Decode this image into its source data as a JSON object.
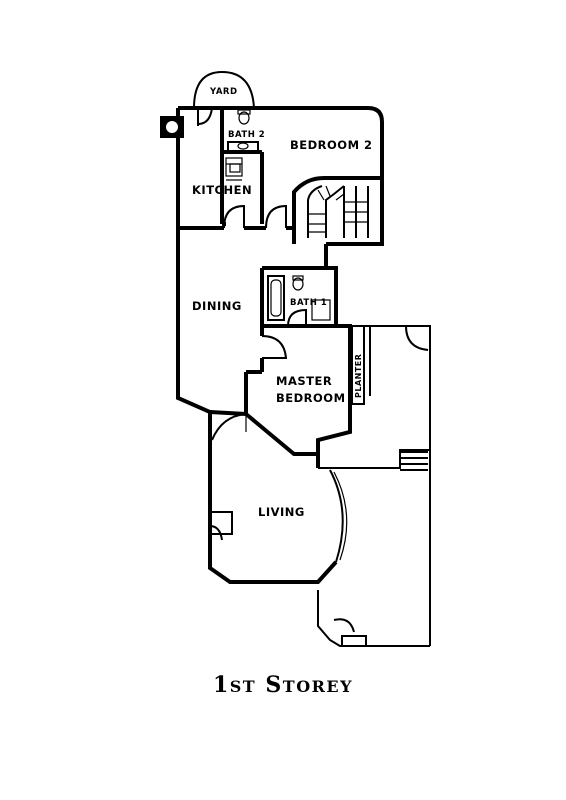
{
  "rooms": {
    "yard": "YARD",
    "bath2": "BATH 2",
    "bedroom2": "BEDROOM 2",
    "kitchen": "KITCHEN",
    "dining": "DINING",
    "bath1": "BATH 1",
    "master_line1": "MASTER",
    "master_line2": "BEDROOM",
    "planter": "PLANTER",
    "living": "LIVING"
  },
  "caption": {
    "first": "1",
    "first_suffix": "ST",
    "second_initial": "S",
    "second_rest": "TOREY"
  },
  "colors": {
    "ink": "#000000",
    "paper": "#ffffff"
  }
}
